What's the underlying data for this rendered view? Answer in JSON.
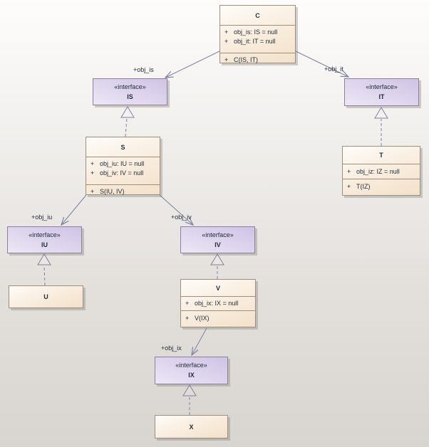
{
  "diagram": {
    "kind": "uml-class-diagram",
    "colors": {
      "background_top": "#fefdfb",
      "background_bottom": "#d8d5d0",
      "class_fill_light": "#fefcf9",
      "class_fill_dark": "#f3e1ca",
      "class_border": "#9e8e7e",
      "interface_fill_light": "#ece7f5",
      "interface_fill_dark": "#d0c3e5",
      "interface_border": "#8c80a0",
      "connector": "#7c82a2",
      "text": "#1f2b3a"
    }
  },
  "nodes": {
    "C": {
      "name": "C",
      "attributes": [
        {
          "v": "+",
          "t": "obj_is: IS = null"
        },
        {
          "v": "+",
          "t": "obj_it: IT = null"
        }
      ],
      "operations": [
        {
          "v": "+",
          "t": "C(IS, IT)"
        }
      ]
    },
    "IS": {
      "stereotype": "«interface»",
      "name": "IS"
    },
    "IT": {
      "stereotype": "«interface»",
      "name": "IT"
    },
    "S": {
      "name": "S",
      "attributes": [
        {
          "v": "+",
          "t": "obj_iu: IU = null"
        },
        {
          "v": "+",
          "t": "obj_iv: IV = null"
        }
      ],
      "operations": [
        {
          "v": "+",
          "t": "S(IU, IV)"
        }
      ]
    },
    "T": {
      "name": "T",
      "attributes": [
        {
          "v": "+",
          "t": "obj_iz: IZ = null"
        }
      ],
      "operations": [
        {
          "v": "+",
          "t": "T(IZ)"
        }
      ]
    },
    "IU": {
      "stereotype": "«interface»",
      "name": "IU"
    },
    "U": {
      "name": "U"
    },
    "IV": {
      "stereotype": "«interface»",
      "name": "IV"
    },
    "V": {
      "name": "V",
      "attributes": [
        {
          "v": "+",
          "t": "obj_ix: IX = null"
        }
      ],
      "operations": [
        {
          "v": "+",
          "t": "V(IX)"
        }
      ]
    },
    "IX": {
      "stereotype": "«interface»",
      "name": "IX"
    },
    "X": {
      "name": "X"
    }
  },
  "edge_labels": {
    "obj_is": "+obj_is",
    "obj_it": "+obj_it",
    "obj_iu": "+obj_iu",
    "obj_iv": "+obj_iv",
    "obj_ix": "+obj_ix"
  }
}
